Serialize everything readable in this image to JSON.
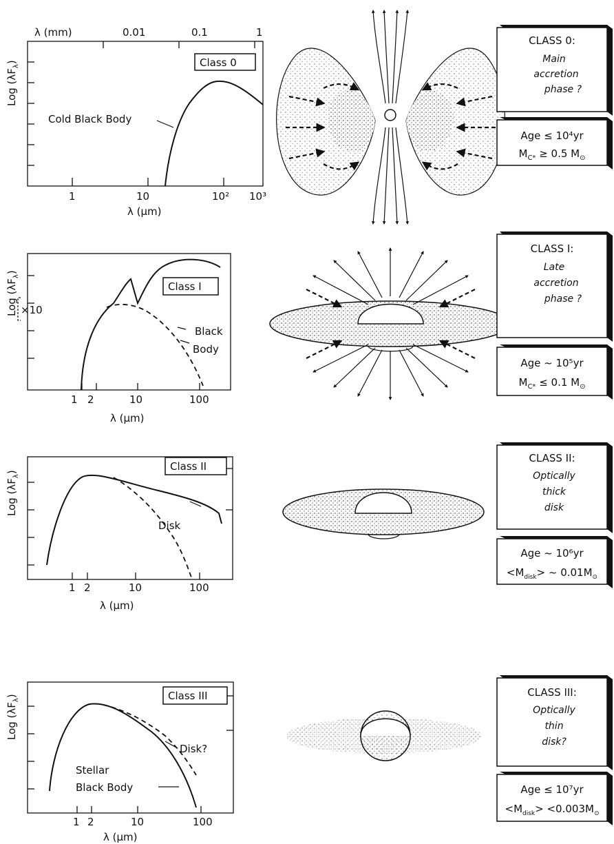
{
  "panels": [
    {
      "plot": {
        "ylabel": "Log (λF",
        "ylabel_sub": "λ",
        "ylabel_close": ")",
        "xlabel": "λ (μm)",
        "class_label": "Class 0",
        "top_axis_label": "λ (mm)",
        "top_ticks": [
          "0.01",
          "0.1",
          "1"
        ],
        "bottom_ticks": [
          "1",
          "10",
          "10²",
          "10³"
        ],
        "annotations": [
          "Cold Black Body"
        ]
      },
      "class_box": {
        "title": "CLASS 0:",
        "lines": [
          "Main",
          "accretion",
          "phase ?"
        ]
      },
      "age_box": {
        "line1": "Age ≤ 10⁴yr",
        "line2": "M",
        "line2_sub": "C*",
        "line2_rest": " ≥ 0.5 M",
        "line2_sun": "⊙"
      }
    },
    {
      "plot": {
        "ylabel": "Log (λF",
        "ylabel_sub": "λ",
        "ylabel_close": ")",
        "xlabel": "λ (μm)",
        "class_label": "Class I",
        "bottom_ticks": [
          "1",
          "2",
          "10",
          "100"
        ],
        "annotations": [
          "×10",
          "Black",
          "Body"
        ]
      },
      "class_box": {
        "title": "CLASS I:",
        "lines": [
          "Late",
          "accretion",
          "phase ?"
        ]
      },
      "age_box": {
        "line1": "Age ~ 10⁵yr",
        "line2": "M",
        "line2_sub": "C*",
        "line2_rest": " ≤ 0.1 M",
        "line2_sun": "⊙"
      }
    },
    {
      "plot": {
        "ylabel": "Log (λF",
        "ylabel_sub": "λ",
        "ylabel_close": ")",
        "xlabel": "λ (μm)",
        "class_label": "Class II",
        "bottom_ticks": [
          "1",
          "2",
          "10",
          "100"
        ],
        "annotations": [
          "Disk"
        ]
      },
      "class_box": {
        "title": "CLASS II:",
        "lines": [
          "Optically",
          "thick",
          "disk"
        ]
      },
      "age_box": {
        "line1": "Age ~ 10⁶yr",
        "line2": "<M",
        "line2_sub": "disk",
        "line2_rest": "> ~ 0.01M",
        "line2_sun": "⊙"
      }
    },
    {
      "plot": {
        "ylabel": "Log (λF",
        "ylabel_sub": "λ",
        "ylabel_close": ")",
        "xlabel": "λ (μm)",
        "class_label": "Class III",
        "bottom_ticks": [
          "1",
          "2",
          "10",
          "100"
        ],
        "annotations": [
          "Disk?",
          "Stellar",
          "Black Body"
        ]
      },
      "class_box": {
        "title": "CLASS III:",
        "lines": [
          "Optically",
          "thin",
          "disk?"
        ]
      },
      "age_box": {
        "line1": "Age ≤ 10⁷yr",
        "line2": "<M",
        "line2_sub": "disk",
        "line2_rest": "> <0.003M",
        "line2_sun": "⊙"
      }
    }
  ]
}
